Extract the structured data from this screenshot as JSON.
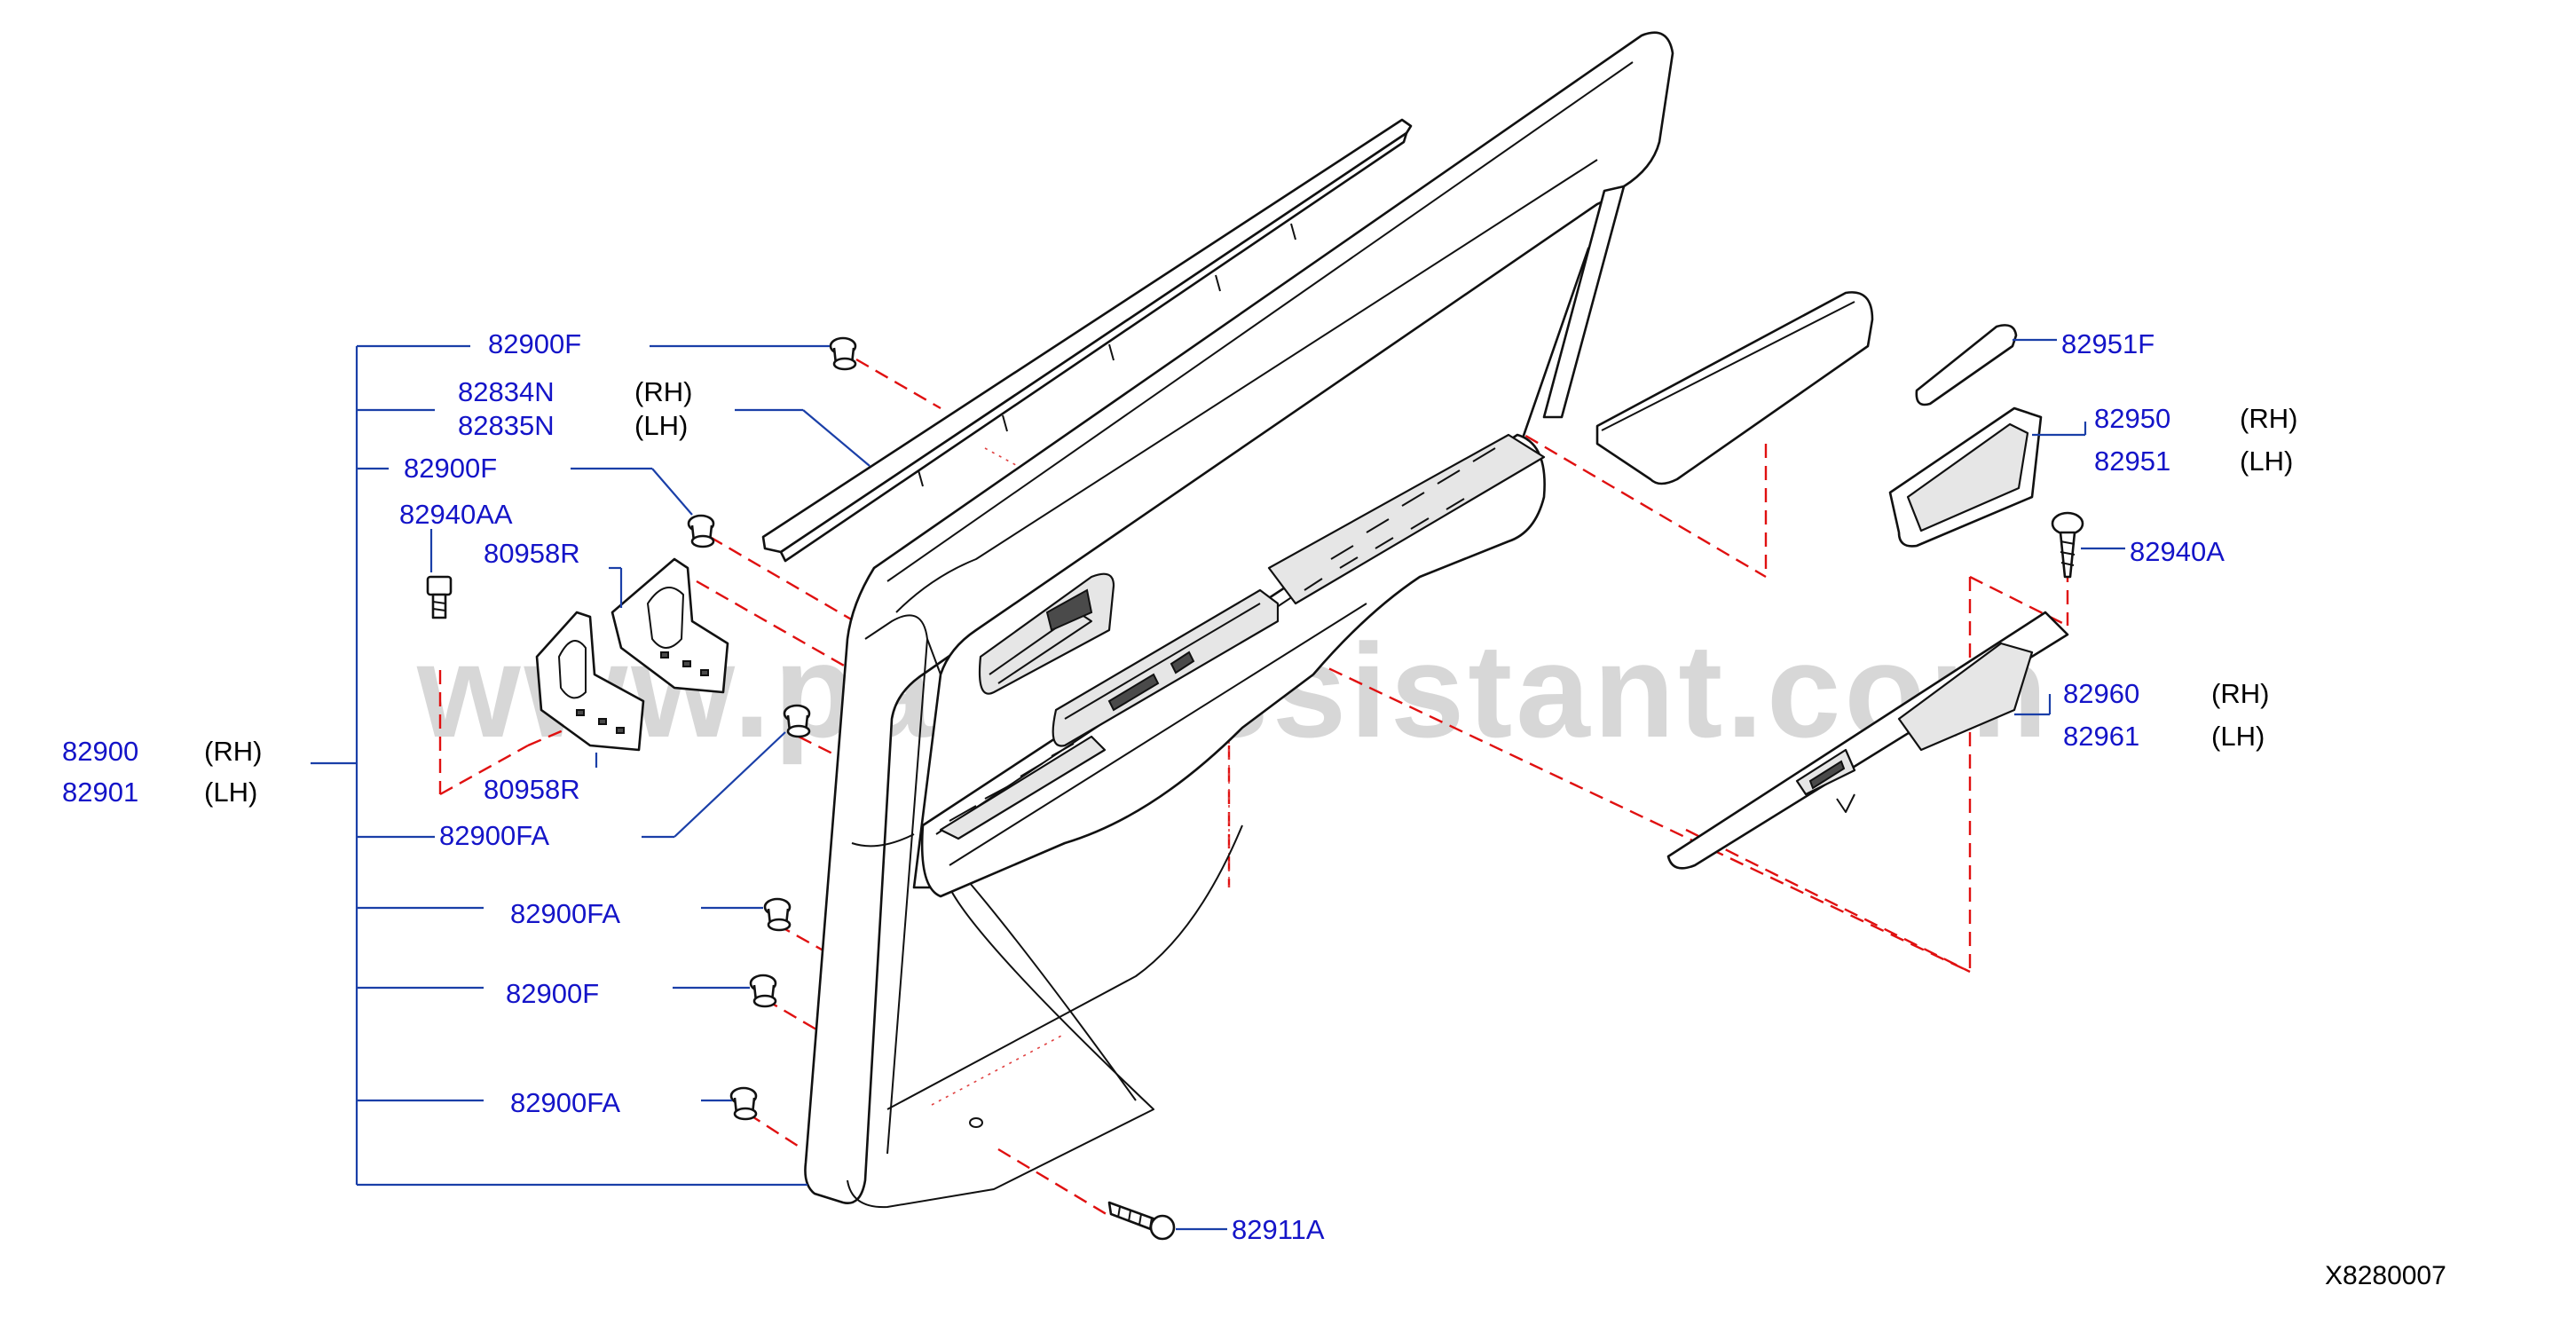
{
  "watermark": "www.partsassistant.com",
  "reference_code": "X8280007",
  "labels": {
    "c82900f_a": "82900F",
    "c82834n": "82834N",
    "c82834n_side": "(RH)",
    "c82835n": "82835N",
    "c82835n_side": "(LH)",
    "c82900f_b": "82900F",
    "c82940aa": "82940AA",
    "c80958r_a": "80958R",
    "c80958r_b": "80958R",
    "c82900": "82900",
    "c82900_side": "(RH)",
    "c82901": "82901",
    "c82901_side": "(LH)",
    "c82900fa_a": "82900FA",
    "c82900fa_b": "82900FA",
    "c82900f_c": "82900F",
    "c82900fa_c": "82900FA",
    "c82911a": "82911A",
    "c82951f": "82951F",
    "c82950": "82950",
    "c82950_side": "(RH)",
    "c82951": "82951",
    "c82951_side": "(LH)",
    "c82940a": "82940A",
    "c82960": "82960",
    "c82960_side": "(RH)",
    "c82961": "82961",
    "c82961_side": "(LH)"
  },
  "colors": {
    "part_number": "#1414c8",
    "leader_line": "#1a3fa8",
    "dashed_guide": "#e01010",
    "watermark": "#d7d7d7"
  }
}
